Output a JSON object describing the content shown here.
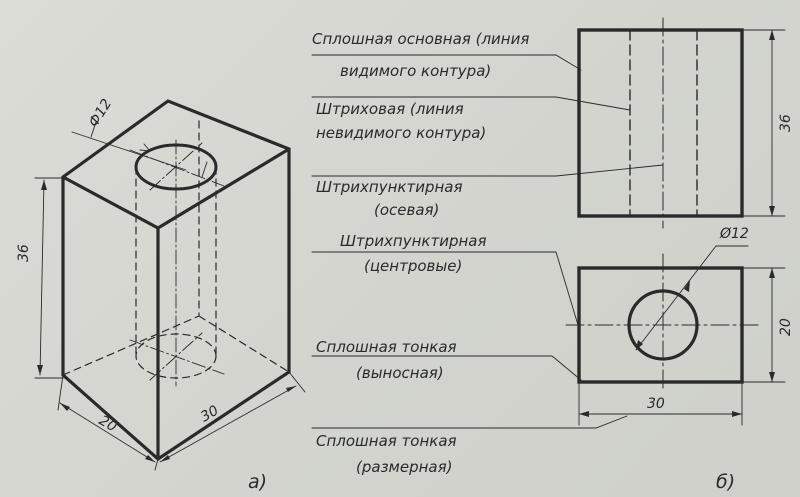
{
  "labels": {
    "solid_main_1": "Сплошная основная (линия",
    "solid_main_2": "видимого контура)",
    "dashed_1": "Штриховая (линия",
    "dashed_2": "невидимого контура)",
    "dashdot_axis_1": "Штрихпунктирная",
    "dashdot_axis_2": "(осевая)",
    "dashdot_center_1": "Штрихпунктирная",
    "dashdot_center_2": "(центровые)",
    "thin_ext_1": "Сплошная тонкая",
    "thin_ext_2": "(выносная)",
    "thin_dim_1": "Сплошная тонкая",
    "thin_dim_2": "(размерная)"
  },
  "dimensions": {
    "iso_diameter": "Ф12",
    "iso_height": "36",
    "iso_width": "20",
    "iso_depth": "30",
    "front_height": "36",
    "top_diameter": "Ø12",
    "top_depth": "20",
    "top_width": "30"
  },
  "captions": {
    "a": "а)",
    "b": "б)"
  },
  "colors": {
    "ink": "#2a2a2a",
    "paper": "#d6d7d1"
  }
}
